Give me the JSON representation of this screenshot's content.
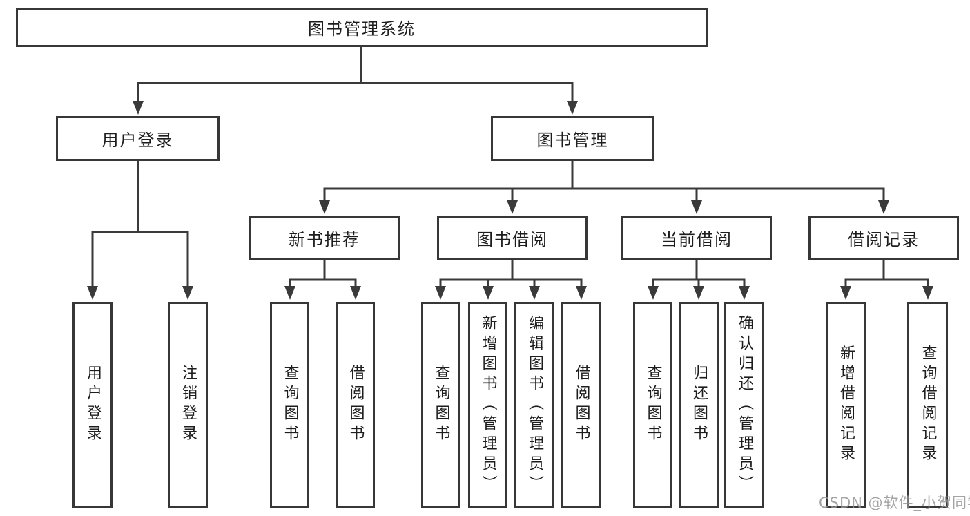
{
  "diagram": {
    "watermark": "CSDN @软件_小贺同学",
    "colors": {
      "line": "#3a3a3a",
      "border": "#373737",
      "text": "#1d1d1d",
      "watermark": "#949494",
      "background": "#ffffff"
    },
    "tree": {
      "label": "图书管理系统",
      "children": [
        {
          "label": "用户登录",
          "children": [
            {
              "label": "用户登录"
            },
            {
              "label": "注销登录"
            }
          ]
        },
        {
          "label": "图书管理",
          "children": [
            {
              "label": "新书推荐",
              "children": [
                {
                  "label": "查询图书"
                },
                {
                  "label": "借阅图书"
                }
              ]
            },
            {
              "label": "图书借阅",
              "children": [
                {
                  "label": "查询图书"
                },
                {
                  "label": "新增图书（管理员）"
                },
                {
                  "label": "编辑图书（管理员）"
                },
                {
                  "label": "借阅图书"
                }
              ]
            },
            {
              "label": "当前借阅",
              "children": [
                {
                  "label": "查询图书"
                },
                {
                  "label": "归还图书"
                },
                {
                  "label": "确认归还（管理员）"
                }
              ]
            },
            {
              "label": "借阅记录",
              "children": [
                {
                  "label": "新增借阅记录"
                },
                {
                  "label": "查询借阅记录"
                }
              ]
            }
          ]
        }
      ]
    }
  }
}
